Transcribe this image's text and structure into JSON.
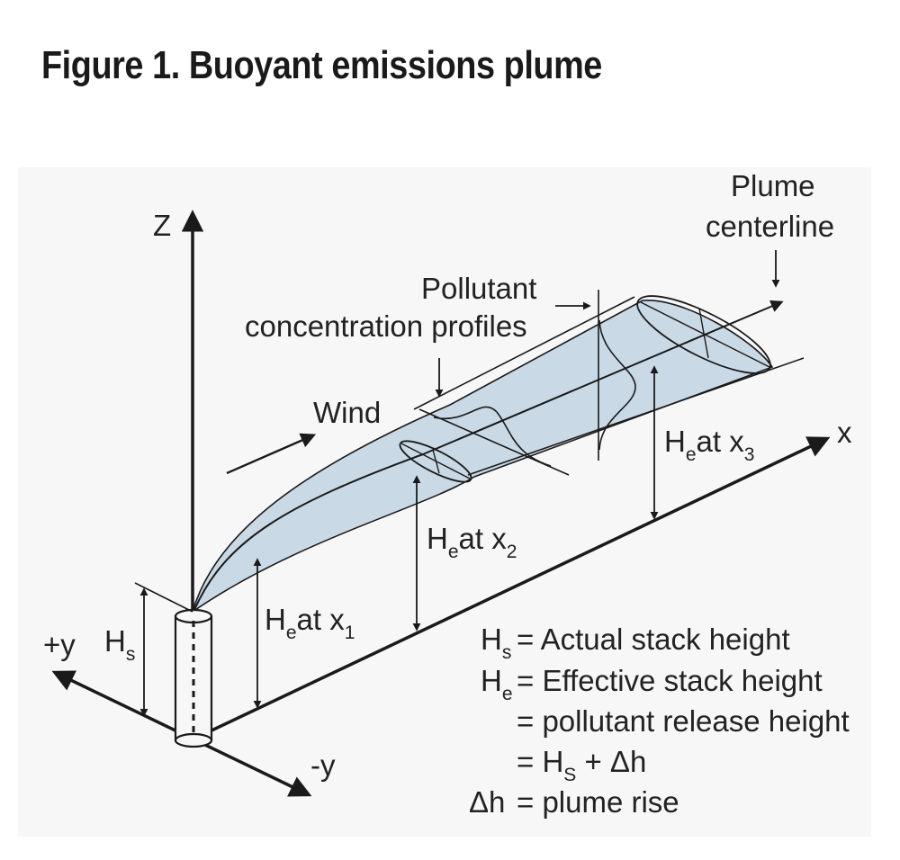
{
  "title": "Figure 1. Buoyant emissions plume",
  "axes": {
    "z": "Z",
    "x": "x",
    "plus_y": "+y",
    "minus_y": "-y"
  },
  "labels": {
    "wind": "Wind",
    "plume_centerline_line1": "Plume",
    "plume_centerline_line2": "centerline",
    "profiles_line1": "Pollutant",
    "profiles_line2": "concentration profiles",
    "stack_height": {
      "main": "H",
      "sub": "s"
    },
    "he_x1": {
      "main": "H",
      "sub": "e",
      "mid": "at x",
      "sub2": "1"
    },
    "he_x2": {
      "main": "H",
      "sub": "e",
      "mid": "at x",
      "sub2": "2"
    },
    "he_x3": {
      "main": "H",
      "sub": "e",
      "mid": "at x",
      "sub2": "3"
    }
  },
  "legend": [
    {
      "sym": "H",
      "sub": "s",
      "text": "= Actual stack height"
    },
    {
      "sym": "H",
      "sub": "e",
      "text": "= Effective stack height"
    },
    {
      "sym": "",
      "sub": "",
      "text": "= pollutant release height"
    },
    {
      "sym": "",
      "sub": "",
      "text": "= H",
      "tail_sub": "S",
      "tail": " + Δh"
    },
    {
      "sym": "Δh",
      "sub": "",
      "text": "= plume rise"
    }
  ],
  "colors": {
    "plume_fill": "#c9d9e6",
    "ink": "#1a1a1a",
    "panel": "#f7f7f7"
  }
}
